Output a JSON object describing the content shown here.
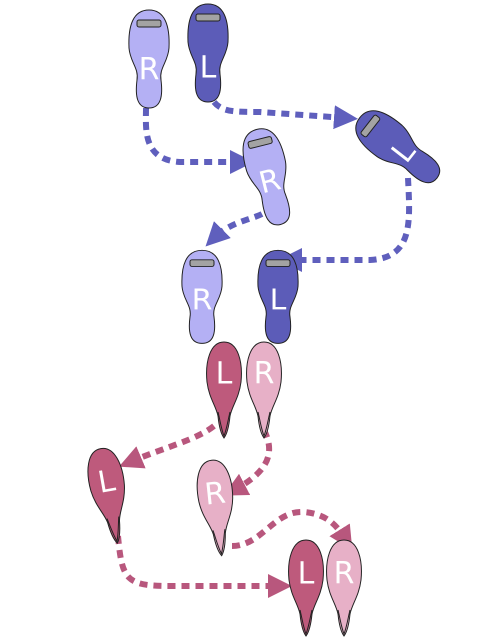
{
  "colors": {
    "lead_right": "#b4b0f4",
    "lead_left": "#5c5cb8",
    "lead_path": "#5f5fbd",
    "follow_left": "#be5a7c",
    "follow_right": "#e7b0c7",
    "follow_path": "#b8577d",
    "heel_band": "#a3a3a3"
  },
  "feet": {
    "lead_r1": {
      "label": "R"
    },
    "lead_l1": {
      "label": "L"
    },
    "lead_l2": {
      "label": "L"
    },
    "lead_r2": {
      "label": "R"
    },
    "lead_r3": {
      "label": "R"
    },
    "lead_l3": {
      "label": "L"
    },
    "follow_l1": {
      "label": "L"
    },
    "follow_r1": {
      "label": "R"
    },
    "follow_l2": {
      "label": "L"
    },
    "follow_r2": {
      "label": "R"
    },
    "follow_l3": {
      "label": "L"
    },
    "follow_r3": {
      "label": "R"
    }
  }
}
